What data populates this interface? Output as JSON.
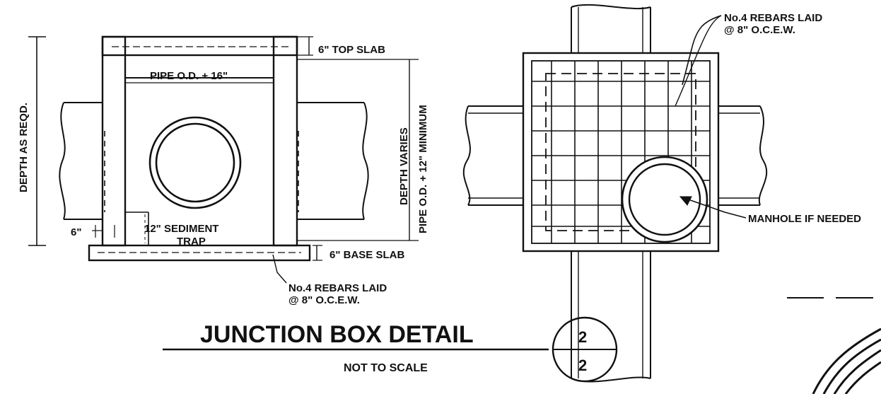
{
  "section": {
    "top_slab": "6\" TOP SLAB",
    "pipe_od": "PIPE O.D. + 16\"",
    "depth_as_reqd": "DEPTH AS REQD.",
    "depth_varies": "DEPTH VARIES",
    "pipe_od_min": "PIPE O.D. + 12\" MINIMUM",
    "sediment_line1": "12\" SEDIMENT",
    "sediment_line2": "TRAP",
    "six_inch": "6\"",
    "base_slab": "6\" BASE SLAB",
    "rebar_line1": "No.4 REBARS LAID",
    "rebar_line2": "@ 8\" O.C.E.W."
  },
  "plan": {
    "rebar_line1": "No.4 REBARS LAID",
    "rebar_line2": "@ 8\" O.C.E.W.",
    "manhole": "MANHOLE IF NEEDED"
  },
  "title_block": {
    "title": "JUNCTION BOX DETAIL",
    "subtitle": "NOT TO SCALE",
    "detail_number": "2",
    "sheet_number": "2"
  }
}
